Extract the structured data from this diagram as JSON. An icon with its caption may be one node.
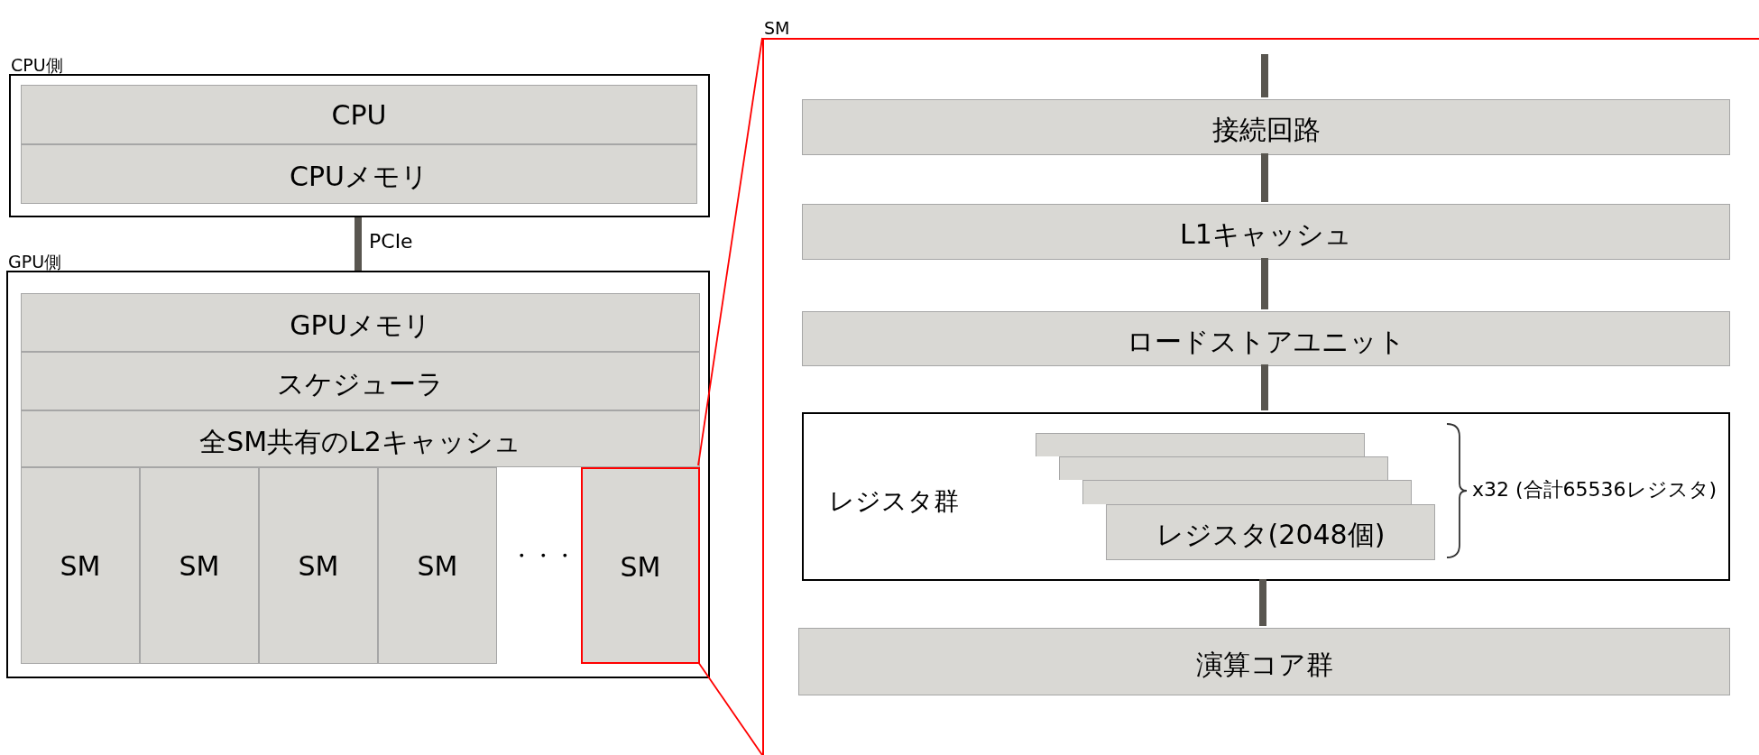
{
  "diagram": {
    "nodes": [
      {
        "text": [
          "CPU側"
        ]
      },
      {
        "text": [
          "CPU"
        ],
        "in": 0
      },
      {
        "text": [
          "CPUメモリ"
        ],
        "in": 0
      },
      {
        "text": [
          "GPU側"
        ]
      },
      {
        "text": [
          "GPUメモリ"
        ],
        "in": 3
      },
      {
        "text": [
          "スケジューラ"
        ],
        "in": 3
      },
      {
        "text": [
          "全SM共有のL2キャッシュ"
        ],
        "in": 3
      },
      {
        "text": [
          "SM"
        ],
        "in": 3
      },
      {
        "text": [
          "SM"
        ],
        "in": 3
      },
      {
        "text": [
          "SM"
        ],
        "in": 3
      },
      {
        "text": [
          "SM"
        ],
        "in": 3
      },
      {
        "text": [
          "SM"
        ],
        "in": 3
      },
      {
        "text": [
          "SM"
        ]
      },
      {
        "text": [
          "接続回路"
        ],
        "in": 12
      },
      {
        "text": [
          "L1キャッシュ"
        ],
        "in": 12
      },
      {
        "text": [
          "ロードストアユニット"
        ],
        "in": 12
      },
      {
        "text": [
          "レジスタ群",
          "x32 (合計65536レジスタ)"
        ],
        "in": 12
      },
      {
        "text": [],
        "shape": "box",
        "in": 16
      },
      {
        "text": [],
        "shape": "box",
        "in": 16
      },
      {
        "text": [],
        "shape": "box",
        "in": 16
      },
      {
        "text": [
          "レジスタ(2048個)"
        ],
        "in": 16
      },
      {
        "text": [
          "演算コア群"
        ],
        "in": 12
      }
    ],
    "edges": [
      {
        "from": 0,
        "to": 3,
        "arrow": "none",
        "label": "PCIe"
      },
      {
        "from": 11,
        "to": 12,
        "arrow": "none",
        "color": "#ff0000"
      },
      {
        "from": 11,
        "to": 12,
        "arrow": "none",
        "color": "#ff0000"
      },
      {
        "from": null,
        "to": 13,
        "arrow": "none"
      },
      {
        "from": 13,
        "to": 14,
        "arrow": "none"
      },
      {
        "from": 14,
        "to": 15,
        "arrow": "none"
      },
      {
        "from": 15,
        "to": 16,
        "arrow": "none"
      },
      {
        "from": 16,
        "to": 21,
        "arrow": "none"
      }
    ],
    "labels": [
      "・・・"
    ]
  }
}
